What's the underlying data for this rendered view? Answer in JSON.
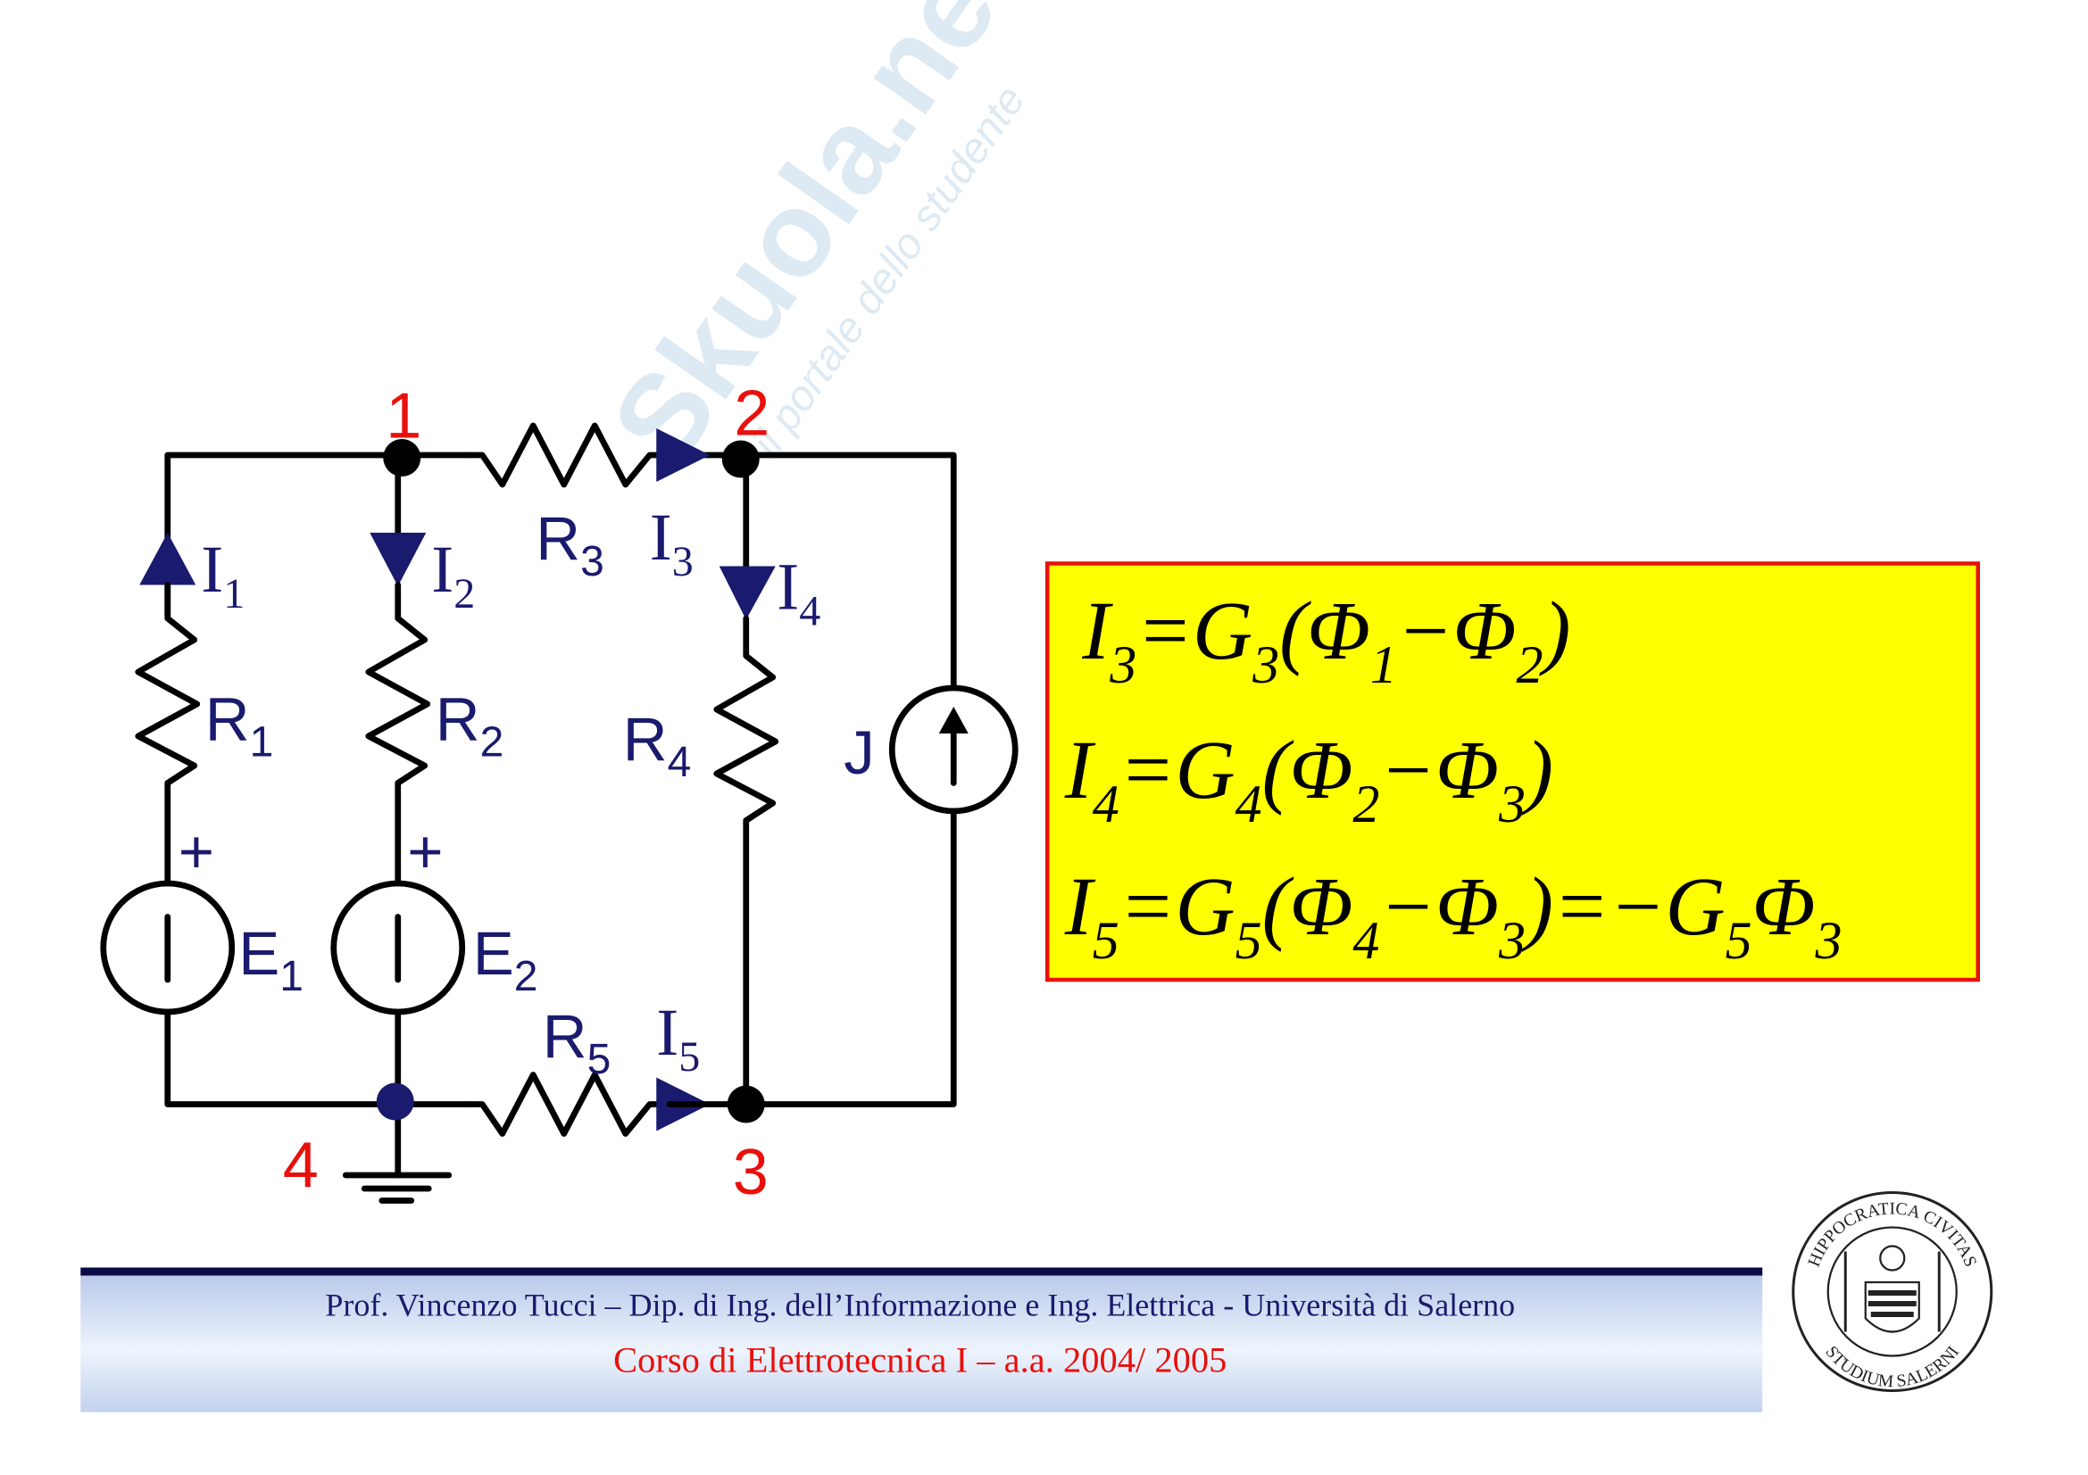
{
  "watermark": {
    "brand": "Skuola.net",
    "tagline": "il portale dello studente"
  },
  "nodes": {
    "n1": "1",
    "n2": "2",
    "n3": "3",
    "n4": "4"
  },
  "labels": {
    "I1": {
      "main": "I",
      "sub": "1"
    },
    "I2": {
      "main": "I",
      "sub": "2"
    },
    "I3": {
      "main": "I",
      "sub": "3"
    },
    "I4": {
      "main": "I",
      "sub": "4"
    },
    "I5": {
      "main": "I",
      "sub": "5"
    },
    "R1": {
      "main": "R",
      "sub": "1"
    },
    "R2": {
      "main": "R",
      "sub": "2"
    },
    "R3": {
      "main": "R",
      "sub": "3"
    },
    "R4": {
      "main": "R",
      "sub": "4"
    },
    "R5": {
      "main": "R",
      "sub": "5"
    },
    "E1": {
      "main": "E",
      "sub": "1"
    },
    "E2": {
      "main": "E",
      "sub": "2"
    },
    "J": "J",
    "plus": "+"
  },
  "equations": [
    [
      [
        "I",
        "3"
      ],
      [
        "=G",
        "3"
      ],
      [
        "(Φ",
        "1"
      ],
      [
        "−Φ",
        "2"
      ],
      [
        ")",
        ""
      ]
    ],
    [
      [
        "I",
        "4"
      ],
      [
        "=G",
        "4"
      ],
      [
        "(Φ",
        "2"
      ],
      [
        "−Φ",
        "3"
      ],
      [
        ")",
        ""
      ]
    ],
    [
      [
        "I",
        "5"
      ],
      [
        "=G",
        "5"
      ],
      [
        "(Φ",
        "4"
      ],
      [
        "−Φ",
        "3"
      ],
      [
        ")=−G",
        "5"
      ],
      [
        "Φ",
        "3"
      ]
    ]
  ],
  "footer": {
    "line1": "Prof. Vincenzo Tucci – Dip. di Ing. dell’Informazione e Ing. Elettrica - Università di Salerno",
    "line2": "Corso di Elettrotecnica I –  a.a.  2004/ 2005"
  },
  "seal": {
    "top": "HIPPOCRATICA CIVITAS",
    "bottom": "STUDIUM SALERNI"
  },
  "colors": {
    "box_fill": "#ffff00",
    "box_border": "#e8100c",
    "node_label": "#e8100c",
    "label": "#1a1a6e"
  }
}
